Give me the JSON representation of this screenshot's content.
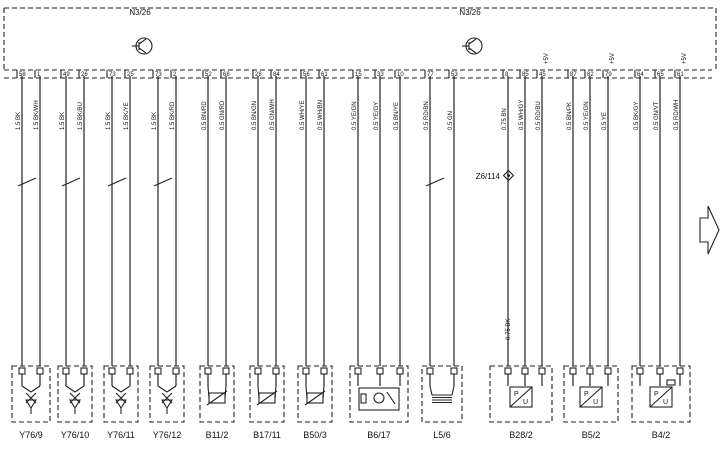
{
  "module": {
    "label_left": "N3/26",
    "label_right": "N3/26"
  },
  "splice": {
    "label": "Z6/114"
  },
  "extra_wire": {
    "label": "0.75 BK"
  },
  "next_arrow": {
    "icon": "arrow-right-icon"
  },
  "components": [
    {
      "name": "Y76/9",
      "type": "valve",
      "pins": [
        "58",
        "1"
      ],
      "wires": [
        "1.5 BK",
        "1.5 BK/WH"
      ]
    },
    {
      "name": "Y76/10",
      "type": "valve",
      "pins": [
        "49",
        "26"
      ],
      "wires": [
        "1.5 BK",
        "1.5 BK/BU"
      ]
    },
    {
      "name": "Y76/11",
      "type": "valve",
      "pins": [
        "73",
        "25"
      ],
      "wires": [
        "1.5 BK",
        "1.5 BK/YE"
      ]
    },
    {
      "name": "Y76/12",
      "type": "valve",
      "pins": [
        "73",
        "2"
      ],
      "wires": [
        "1.5 BK",
        "1.5 BK/RD"
      ]
    },
    {
      "name": "B11/2",
      "type": "sensor",
      "pins": [
        "52",
        "68"
      ],
      "wires": [
        "0.5 BN/RD",
        "0.5 GN/RD"
      ]
    },
    {
      "name": "B17/11",
      "type": "sensor",
      "pins": [
        "28",
        "84"
      ],
      "wires": [
        "0.5 BN/GN",
        "0.5 GN/WH"
      ]
    },
    {
      "name": "B50/3",
      "type": "sensor",
      "pins": [
        "56",
        "61"
      ],
      "wires": [
        "0.5 WH/YE",
        "0.5 WH/BN"
      ]
    },
    {
      "name": "B6/17",
      "type": "hall",
      "pins": [
        "15",
        "33",
        "10"
      ],
      "wires": [
        "0.5 YE/GN",
        "0.5 YE/GY",
        "0.5 BN/YE"
      ]
    },
    {
      "name": "L5/6",
      "type": "coil",
      "pins": [
        "77",
        "53"
      ],
      "wires": [
        "0.5 RD/BN",
        "0.5 GN"
      ]
    },
    {
      "name": "B28/2",
      "type": "pressure",
      "pins": [
        "8",
        "85",
        "45"
      ],
      "supply": "+5V",
      "wires": [
        "0.75 BN",
        "0.5 WH/GY",
        "0.5 RD/BU"
      ]
    },
    {
      "name": "B5/2",
      "type": "pressure",
      "pins": [
        "87",
        "82",
        "79"
      ],
      "supply": "+5V",
      "wires": [
        "0.5 BN/PK",
        "0.5 YE/GN",
        "0.5 YE"
      ]
    },
    {
      "name": "B4/2",
      "type": "tank",
      "pins": [
        "64",
        "65",
        "61"
      ],
      "supply": "+5V",
      "wires": [
        "0.5 BK/GY",
        "0.5 GN/VT",
        "0.5 RD/WH"
      ]
    }
  ]
}
